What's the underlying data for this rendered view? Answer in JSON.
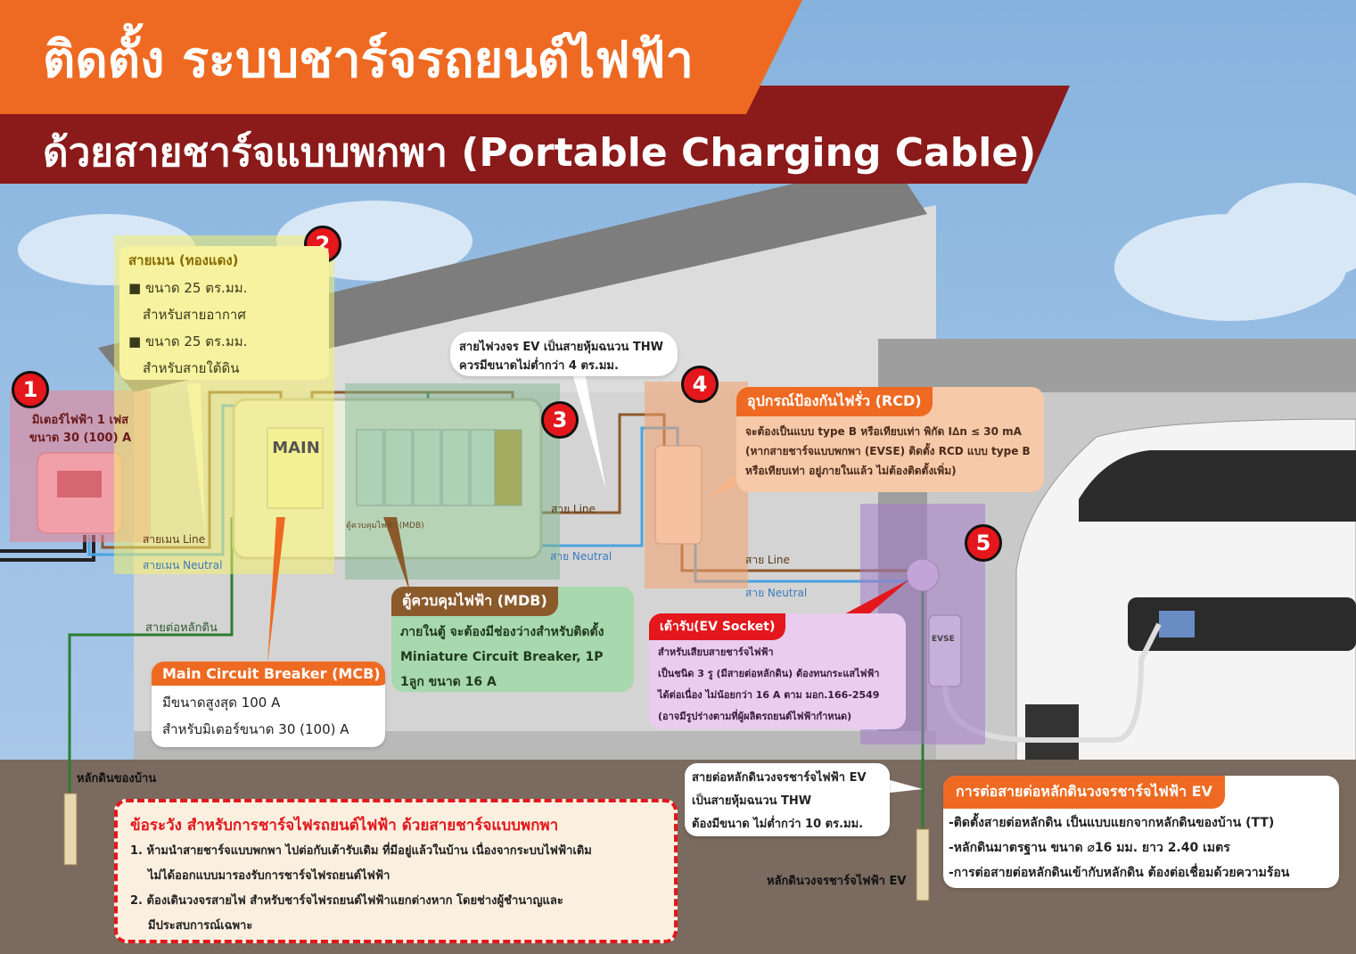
{
  "title": {
    "line1": "ติดตั้ง ระบบชาร์จรถยนต์ไฟฟ้า",
    "line2": "ด้วยสายชาร์จแบบพกพา (Portable Charging Cable)"
  },
  "colors": {
    "orange": "#ee6a22",
    "darkred": "#8b1a1a",
    "badge": "#e3171c",
    "yellow": "#f2ee6e",
    "green": "#7fb88f",
    "peach": "#f4b48c",
    "purple": "#b48ad0",
    "pink": "#e88aa0"
  },
  "badges": [
    "1",
    "2",
    "3",
    "4",
    "5"
  ],
  "meter": {
    "line1": "มิเตอร์ไฟฟ้า 1 เฟส",
    "line2": "ขนาด 30 (100) A"
  },
  "main_cable": {
    "title": "สายเมน (ทองแดง)",
    "items": [
      "ขนาด 25 ตร.มม.",
      "สำหรับสายอากาศ",
      "ขนาด 25 ตร.มม.",
      "สำหรับสายใต้ดิน"
    ]
  },
  "ev_wire_note": {
    "line1": "สายไฟวงจร EV เป็นสายหุ้มฉนวน THW",
    "line2": "ควรมีขนาดไม่ต่ำกว่า 4 ตร.มม."
  },
  "rcd": {
    "title": "อุปกรณ์ป้องกันไฟรั่ว (RCD)",
    "lines": [
      "จะต้องเป็นแบบ type B หรือเทียบเท่า พิกัด I∆n ≤ 30 mA",
      "(หากสายชาร์จแบบพกพา (EVSE) ติดตั้ง RCD แบบ type B",
      "หรือเทียบเท่า อยู่ภายในแล้ว ไม่ต้องติดตั้งเพิ่ม)"
    ]
  },
  "labels": {
    "main_line": "สายเมน Line",
    "main_neutral": "สายเมน Neutral",
    "line": "สาย Line",
    "neutral": "สาย Neutral",
    "line2": "สาย Line",
    "neutral2": "สาย Neutral",
    "ground_wire": "สายต่อหลักดิน",
    "house_ground": "หลักดินของบ้าน",
    "ev_ground": "หลักดินวงจรชาร์จไฟฟ้า EV",
    "main_breaker": "MAIN",
    "mdb_small": "ตู้ควบคุมไฟฟ้า (MDB)",
    "evse": "EVSE"
  },
  "mcb": {
    "title": "Main Circuit Breaker (MCB)",
    "lines": [
      "มีขนาดสูงสุด 100 A",
      "สำหรับมิเตอร์ขนาด 30 (100) A"
    ]
  },
  "mdb": {
    "title": "ตู้ควบคุมไฟฟ้า (MDB)",
    "lines": [
      "ภายในตู้ จะต้องมีช่องว่างสำหรับติดตั้ง",
      "Miniature Circuit Breaker, 1P",
      "1ลูก ขนาด 16 A"
    ]
  },
  "socket": {
    "title": "เต้ารับ(EV Socket)",
    "lines": [
      "สำหรับเสียบสายชาร์จไฟฟ้า",
      "เป็นชนิด 3 รู (มีสายต่อหลักดิน) ต้องทนกระแสไฟฟ้า",
      "ได้ต่อเนื่อง ไม่น้อยกว่า 16 A ตาม มอก.166-2549",
      "(อาจมีรูปร่างตามที่ผู้ผลิตรถยนต์ไฟฟ้ากำหนด)"
    ]
  },
  "ground_wire_note": {
    "lines": [
      "สายต่อหลักดินวงจรชาร์จไฟฟ้า EV",
      "เป็นสายหุ้มฉนวน THW",
      "ต้องมีขนาด ไม่ต่ำกว่า 10 ตร.มม."
    ]
  },
  "ev_ground_box": {
    "title": "การต่อสายต่อหลักดินวงจรชาร์จไฟฟ้า EV",
    "lines": [
      "-ติดตั้งสายต่อหลักดิน เป็นแบบแยกจากหลักดินของบ้าน (TT)",
      "-หลักดินมาตรฐาน ขนาด ⌀16 มม. ยาว 2.40 เมตร",
      "-การต่อสายต่อหลักดินเข้ากับหลักดิน ต้องต่อเชื่อมด้วยความร้อน"
    ]
  },
  "warning": {
    "title": "ข้อระวัง สำหรับการชาร์จไฟรถยนต์ไฟฟ้า ด้วยสายชาร์จแบบพกพา",
    "lines": [
      "1. ห้ามนำสายชาร์จแบบพกพา ไปต่อกับเต้ารับเดิม ที่มีอยู่แล้วในบ้าน เนื่องจากระบบไฟฟ้าเดิม",
      "ไม่ได้ออกแบบมารองรับการชาร์จไฟรถยนต์ไฟฟ้า",
      "2. ต้องเดินวงจรสายไฟ สำหรับชาร์จไฟรถยนต์ไฟฟ้าแยกต่างหาก โดยช่างผู้ชำนาญและ",
      "มีประสบการณ์เฉพาะ"
    ]
  }
}
